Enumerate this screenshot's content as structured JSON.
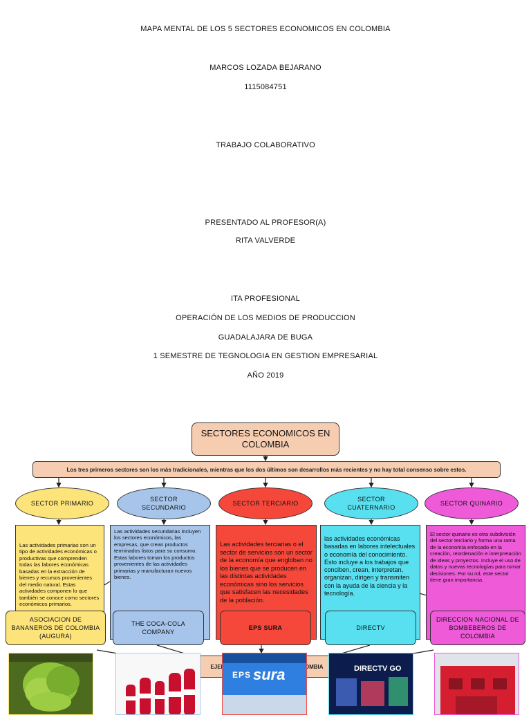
{
  "cover": {
    "title": "MAPA MENTAL DE LOS 5 SECTORES ECONOMICOS EN COLOMBIA",
    "author": "MARCOS LOZADA BEJARANO",
    "id_number": "1115084751",
    "work_type": "TRABAJO COLABORATIVO",
    "presented_to": "PRESENTADO AL PROFESOR(A)",
    "teacher": "RITA VALVERDE",
    "institution": "ITA PROFESIONAL",
    "course": "OPERACIÓN DE LOS MEDIOS DE PRODUCCION",
    "city": "GUADALAJARA DE BUGA",
    "program": "1 SEMESTRE DE TEGNOLOGIA EN GESTION EMPRESARIAL",
    "year": "AÑO 2019"
  },
  "map": {
    "title": "SECTORES ECONOMICOS EN COLOMBIA",
    "intro": "Los tres primeros sectores son los más tradicionales, mientras que los dos últimos son desarrollos más recientes y no hay total consenso sobre estos.",
    "examples_banner": "EJEMPLOS DE EMPRESAS EN COLOMBIA",
    "sectors": [
      {
        "name": "SECTOR PRIMARIO",
        "color": "#fde47a",
        "desc_color": "#fde47a",
        "description": "Las actividades primarias son un tipo de actividades económicas o productivas que comprenden todas las labores económicas basadas en la extracción de bienes y recursos provenientes del medio natural. Estas actividades componen lo que también se conoce como sectores económicos primarios.",
        "example": "ASOCIACION DE BANANEROS DE COLOMBIA (AUGURA)",
        "example_color": "#fde47a"
      },
      {
        "name": "SECTOR SECUNDARIO",
        "color": "#a7c5ea",
        "desc_color": "#a7c5ea",
        "description": "Las actividades secundarias incluyen los sectores económicos, las empresas, que crean productos terminados listos para su consumo. Estas labores toman los productos provenientes de las actividades primarias y manufacturan nuevos bienes.",
        "example": "THE COCA-COLA COMPANY",
        "example_color": "#a7c5ea"
      },
      {
        "name": "SECTOR TERCIARIO",
        "color": "#f5483b",
        "desc_color": "#f5483b",
        "description": "Las actividades terciarias o el sector de servicios son un sector de la economía que engloban no los bienes que se producen en las distintas actividades económicas sino los servicios que satisfacen las necesidades de la población.",
        "example": "EPS SURA",
        "example_color": "#f5483b"
      },
      {
        "name": "SECTOR CUATERNARIO",
        "color": "#58e0f0",
        "desc_color": "#58e0f0",
        "description": "las actividades económicas basadas en labores intelectuales o economía del conocimiento. Esto incluye a los trabajos que conciben, crean, interpretan, organizan, dirigen y transmiten con la ayuda de la ciencia y la tecnología.",
        "example": "DIRECTV",
        "example_color": "#58e0f0"
      },
      {
        "name": "SECTOR QUINARIO",
        "color": "#ee5ad8",
        "desc_color": "#ee5ad8",
        "description": "El sector quinario es otra subdivisión del sector terciario y forma una rama de la economía enfocado en la creación, reordenación e interpretación de ideas y proyectos. Incluye el uso de datos y nuevas tecnologías para tomar decisiones. Por su rol, este sector tiene gran importancia.",
        "example": "DIRECCION NACIONAL DE BOMBEBEROS DE COLOMBIA",
        "example_color": "#ee5ad8"
      }
    ],
    "photos": [
      {
        "subject": "bananas",
        "border": "#fde47a"
      },
      {
        "subject": "coca-cola-bottles",
        "border": "#a7c5ea"
      },
      {
        "subject": "eps-sura-sign",
        "label": "EPS",
        "label2": "sura",
        "border": "#f5483b"
      },
      {
        "subject": "directv-go",
        "label": "DIRECTV GO",
        "border": "#58e0f0"
      },
      {
        "subject": "fire-station",
        "border": "#ee5ad8"
      }
    ]
  }
}
